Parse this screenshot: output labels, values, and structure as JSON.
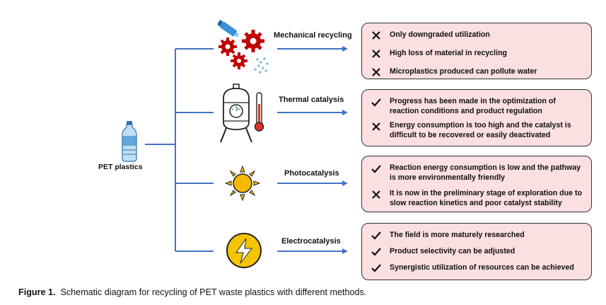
{
  "source_label": "PET plastics",
  "methods": [
    {
      "label": "Mechanical recycling",
      "icon": "gears-icon",
      "items": [
        {
          "mark": "cross",
          "text": "Only downgraded utilization"
        },
        {
          "mark": "cross",
          "text": "High loss of material in recycling"
        },
        {
          "mark": "cross",
          "text": "Microplastics produced can pollute water"
        }
      ]
    },
    {
      "label": "Thermal catalysis",
      "icon": "reactor-thermometer-icon",
      "items": [
        {
          "mark": "check",
          "text": "Progress has been made in the optimization of reaction conditions and product regulation"
        },
        {
          "mark": "cross",
          "text": "Energy consumption is too high and the catalyst is difficult to be recovered or easily deactivated"
        }
      ]
    },
    {
      "label": "Photocatalysis",
      "icon": "sun-icon",
      "items": [
        {
          "mark": "check",
          "text": "Reaction energy consumption is low and the pathway is more environmentally friendly"
        },
        {
          "mark": "cross",
          "text": "It is now in the preliminary stage of exploration due to slow reaction kinetics and poor catalyst stability"
        }
      ]
    },
    {
      "label": "Electrocatalysis",
      "icon": "lightning-icon",
      "items": [
        {
          "mark": "check",
          "text": "The field is more maturely researched"
        },
        {
          "mark": "check",
          "text": "Product selectivity can be adjusted"
        },
        {
          "mark": "check",
          "text": "Synergistic utilization of resources can be achieved"
        }
      ]
    }
  ],
  "caption": {
    "label": "Figure 1.",
    "text": "Schematic diagram for recycling of PET waste plastics with different methods."
  },
  "colors": {
    "connector": "#4472c4",
    "box_fill": "#fbdfe1",
    "gear": "#c00000",
    "sun": "#f5b800",
    "bolt_circle": "#f5c400",
    "bottle": "#5fa8d8"
  }
}
